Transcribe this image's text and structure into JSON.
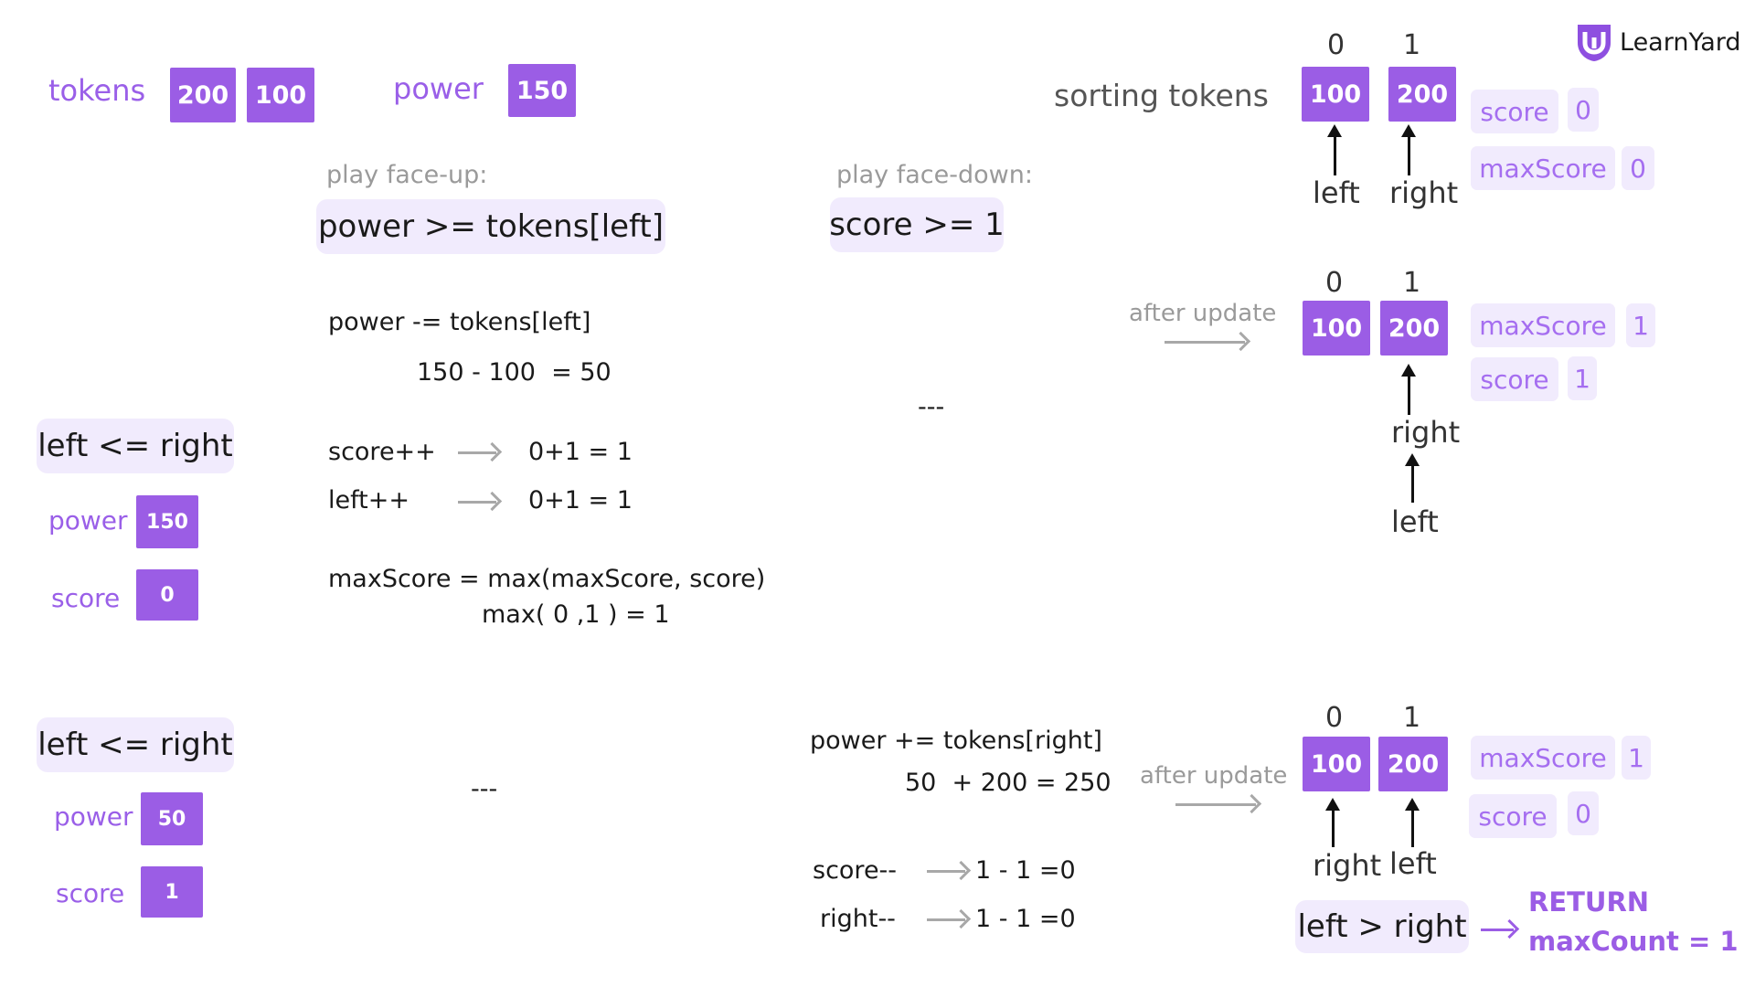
{
  "brand": {
    "name": "LearnYard"
  },
  "top": {
    "tokens_label": "tokens",
    "tokens": [
      "200",
      "100"
    ],
    "power_label": "power",
    "power_value": "150",
    "sorting_label": "sorting tokens"
  },
  "indices": [
    "0",
    "1"
  ],
  "sorted_tokens": [
    "100",
    "200"
  ],
  "pointers": {
    "left": "left",
    "right": "right"
  },
  "state1": {
    "score_label": "score",
    "score_value": "0",
    "max_label": "maxScore",
    "max_value": "0"
  },
  "state2": {
    "after_label": "after update",
    "max_label": "maxScore",
    "max_value": "1",
    "score_label": "score",
    "score_value": "1"
  },
  "state3": {
    "after_label": "after update",
    "max_label": "maxScore",
    "max_value": "1",
    "score_label": "score",
    "score_value": "0"
  },
  "faceup": {
    "label": "play face-up:",
    "condition": "power >= tokens[left]"
  },
  "facedown": {
    "label": "play face-down:",
    "condition": "score >= 1"
  },
  "iter1": {
    "loop": "left <= right",
    "power_label": "power",
    "power_value": "150",
    "score_label": "score",
    "score_value": "0",
    "power_expr": "power -= tokens[left]",
    "power_calc": "150 - 100  = 50",
    "score_expr": "score++",
    "score_calc": "0+1 = 1",
    "left_expr": "left++",
    "left_calc": "0+1 = 1",
    "max_expr": "maxScore = max(maxScore, score)",
    "max_calc": "max( 0 ,1 ) = 1",
    "facedown_placeholder": "---"
  },
  "iter2": {
    "loop": "left <= right",
    "power_label": "power",
    "power_value": "50",
    "score_label": "score",
    "score_value": "1",
    "faceup_placeholder": "---",
    "power_expr": "power += tokens[right]",
    "power_calc": "50  + 200 = 250",
    "score_expr": "score--",
    "score_calc": "1 - 1 =0",
    "right_expr": "right--",
    "right_calc": "1 - 1 =0"
  },
  "result": {
    "condition": "left > right",
    "return_label": "RETURN",
    "return_value": "maxCount = 1"
  }
}
